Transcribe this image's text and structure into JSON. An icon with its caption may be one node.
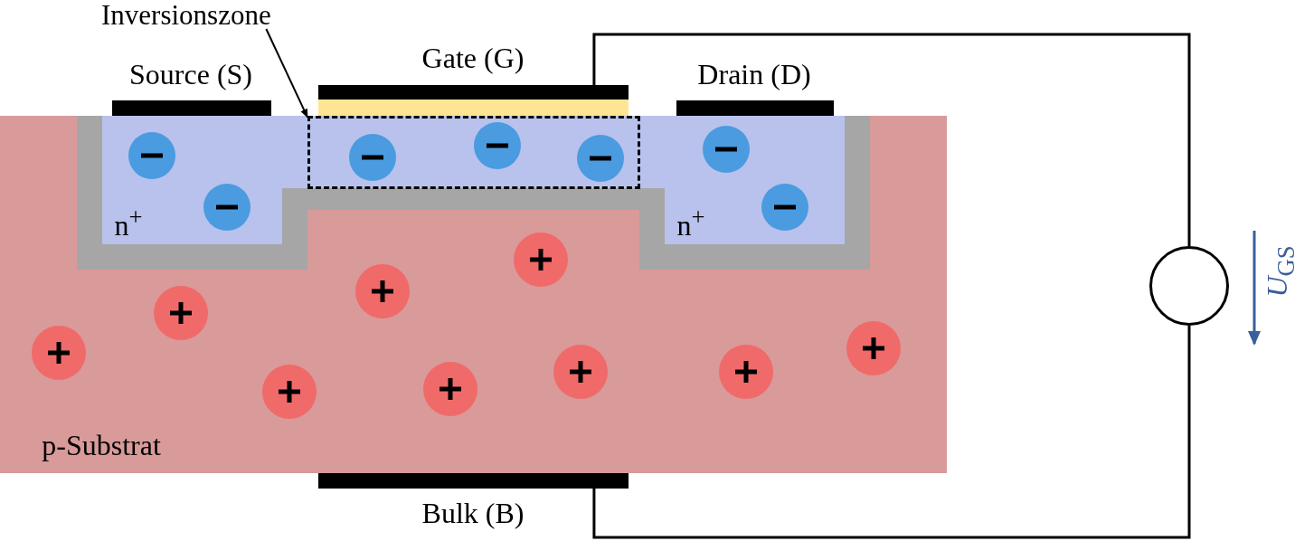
{
  "diagram": {
    "nodes": [
      {
        "text": [
          "Inversionszone"
        ]
      },
      {
        "text": [],
        "shape": "box"
      },
      {
        "text": [],
        "shape": "bar",
        "beside": [
          "Gate (G)"
        ]
      },
      {
        "text": [],
        "shape": "bar",
        "beside": [
          "Bulk (B)"
        ]
      },
      {
        "text": [],
        "shape": "circle"
      },
      {
        "text": [],
        "shape": "bar",
        "beside": [
          "Source (S)"
        ]
      },
      {
        "text": [],
        "shape": "bar",
        "beside": [
          "Drain (D)"
        ]
      },
      {
        "text": [],
        "shape": "box"
      }
    ],
    "edges": [
      {
        "from": 0,
        "to": 7,
        "arrow": "to"
      },
      {
        "from": 2,
        "to": 4,
        "arrow": "none"
      },
      {
        "from": 4,
        "to": 3,
        "arrow": "none"
      }
    ],
    "labels": [
      "n$^{+}$",
      "n$^{+}$",
      "*U*$_{GS}$",
      "p-Substrat"
    ]
  }
}
